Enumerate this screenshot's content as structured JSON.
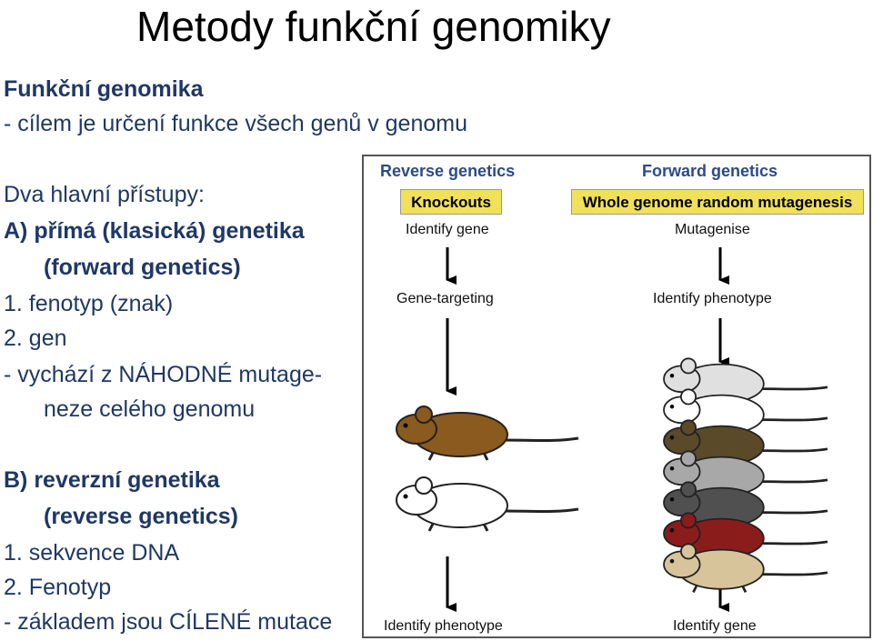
{
  "title": "Metody funkční genomiky",
  "intro": {
    "heading": "Funkční genomika",
    "line": "- cílem je určení funkce všech genů v genomu"
  },
  "approaches": {
    "heading": "Dva hlavní přístupy:",
    "a_title": "A) přímá (klasická) genetika",
    "a_sub": "(forward genetics)",
    "a_1": "1.  fenotyp (znak)",
    "a_2": "2.  gen",
    "a_note1": "- vychází z NÁHODNÉ mutage-",
    "a_note2": "neze celého genomu",
    "b_title": "B) reverzní genetika",
    "b_sub": "(reverse genetics)",
    "b_1": "1.  sekvence DNA",
    "b_2": "2.  Fenotyp",
    "b_note": "- základem jsou CÍLENÉ mutace"
  },
  "figure": {
    "reverse": {
      "heading": "Reverse genetics",
      "badge": "Knockouts",
      "step1": "Identify gene",
      "step2": "Gene-targeting",
      "step3": "Identify phenotype"
    },
    "forward": {
      "heading": "Forward genetics",
      "badge": "Whole genome random mutagenesis",
      "step1": "Mutagenise",
      "step2": "Identify phenotype",
      "step3": "Identify gene"
    },
    "mouse_colors": {
      "reverse": [
        "#8a5a1e",
        "#ffffff"
      ],
      "forward": [
        "#e0e0e0",
        "#ffffff",
        "#5a4a2a",
        "#a8a8a8",
        "#505050",
        "#8b1c1c",
        "#d8c49a"
      ]
    }
  }
}
